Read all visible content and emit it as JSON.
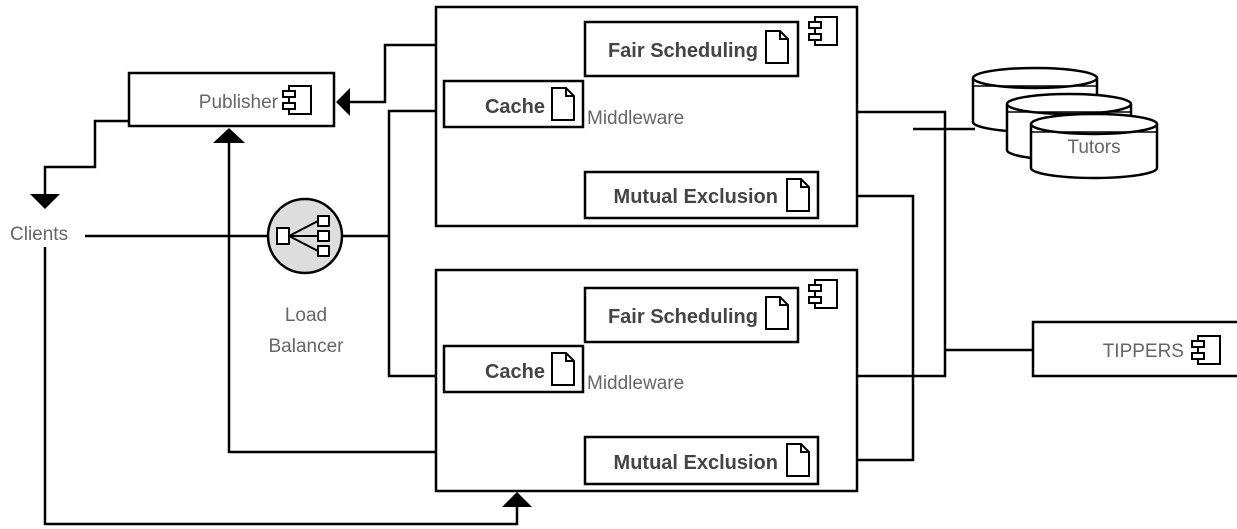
{
  "diagram": {
    "publisher": {
      "label": "Publisher"
    },
    "clients": {
      "label": "Clients"
    },
    "load_balancer": {
      "line1": "Load",
      "line2": "Balancer"
    },
    "middleware_top": {
      "label": "Middleware",
      "fair_scheduling": "Fair Scheduling",
      "cache": "Cache",
      "mutual_exclusion": "Mutual Exclusion"
    },
    "middleware_bottom": {
      "label": "Middleware",
      "fair_scheduling": "Fair Scheduling",
      "cache": "Cache",
      "mutual_exclusion": "Mutual Exclusion"
    },
    "database": {
      "label": "Tutors"
    },
    "tippers": {
      "label": "TIPPERS"
    }
  },
  "colors": {
    "stroke": "#000000",
    "label": "#666666",
    "bold_label": "#444444",
    "lb_fill": "#dddddd"
  }
}
